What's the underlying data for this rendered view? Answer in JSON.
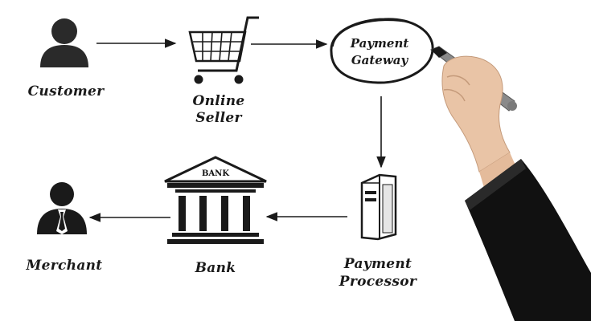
{
  "nodes": {
    "customer": {
      "label": "Customer"
    },
    "online_seller": {
      "label_line1": "Online",
      "label_line2": "Seller"
    },
    "payment_gateway": {
      "label_line1": "Payment",
      "label_line2": "Gateway"
    },
    "payment_processor": {
      "label_line1": "Payment",
      "label_line2": "Processor"
    },
    "bank": {
      "label": "Bank",
      "sign": "BANK"
    },
    "merchant": {
      "label": "Merchant"
    }
  },
  "flow": [
    "Customer → Online Seller",
    "Online Seller → Payment Gateway",
    "Payment Gateway → Payment Processor",
    "Payment Processor → Bank",
    "Bank → Merchant"
  ],
  "colors": {
    "ink": "#1a1a1a",
    "skin": "#e9c4a6",
    "sleeve": "#111111",
    "marker_body": "#8a8a8a"
  }
}
